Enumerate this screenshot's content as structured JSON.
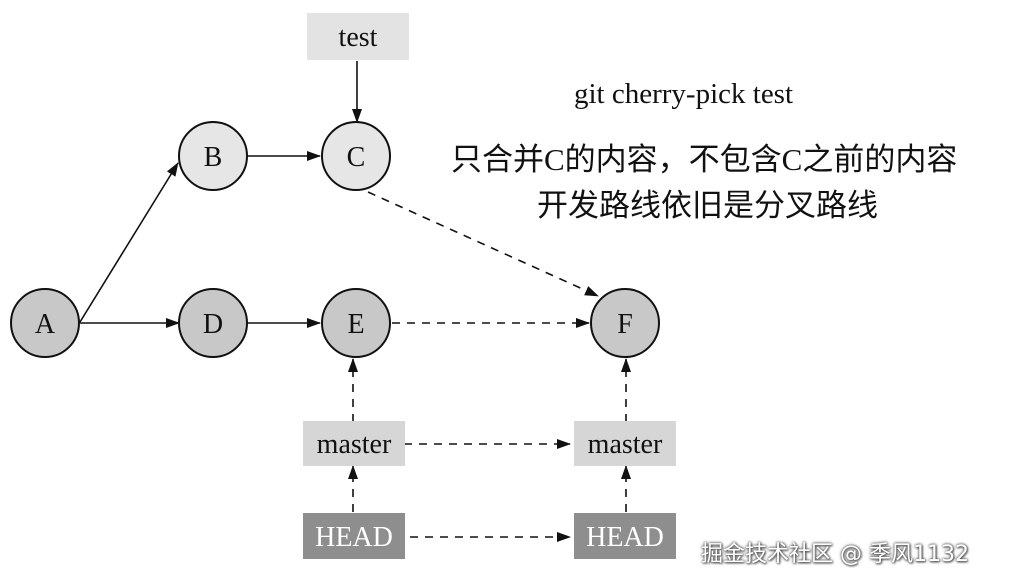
{
  "caption": {
    "title": "git cherry-pick test",
    "line1": "只合并C的内容，不包含C之前的内容",
    "line2": "开发路线依旧是分叉路线"
  },
  "nodes": {
    "a": "A",
    "b": "B",
    "c": "C",
    "d": "D",
    "e": "E",
    "f": "F"
  },
  "refs": {
    "test": "test",
    "master_before": "master",
    "master_after": "master",
    "head_before": "HEAD",
    "head_after": "HEAD"
  },
  "watermark": "掘金技术社区 @ 季风1132",
  "colors": {
    "commit_fill": "#c8c8c8",
    "commit_light_fill": "#e6e6e6",
    "ref_box_fill": "#d6d6d6",
    "head_box_fill": "#8e8e8e",
    "stroke": "#111111"
  }
}
